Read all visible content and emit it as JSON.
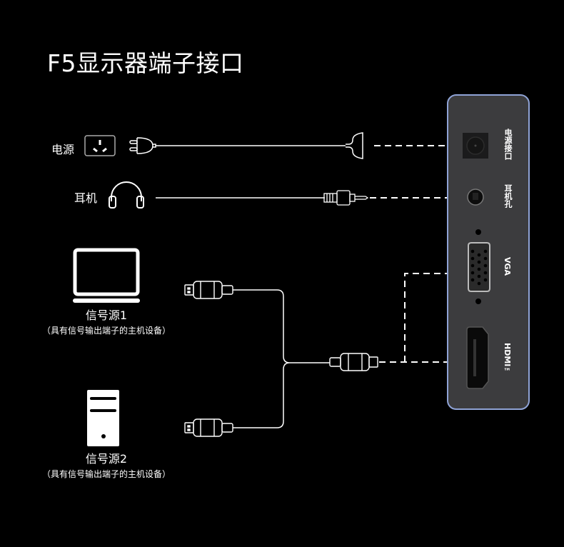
{
  "title": "F5显示器端子接口",
  "left_labels": {
    "power": "电源",
    "headphones": "耳机"
  },
  "sources": [
    {
      "name": "信号源1",
      "description": "（具有信号输出端子的主机设备）",
      "icon": "laptop-icon"
    },
    {
      "name": "信号源2",
      "description": "（具有信号输出端子的主机设备）",
      "icon": "desktop-tower-icon"
    }
  ],
  "monitor_ports": [
    {
      "label": "电源接口",
      "icon": "dc-power-port-icon"
    },
    {
      "label": "耳机孔",
      "icon": "audio-jack-icon"
    },
    {
      "label": "VGA",
      "icon": "vga-port-icon"
    },
    {
      "label": "HDMI™",
      "icon": "hdmi-port-icon"
    }
  ],
  "colors": {
    "background": "#000000",
    "panel": "#3c3c3e",
    "panel_border": "#8fa3d6",
    "line": "#ffffff"
  }
}
